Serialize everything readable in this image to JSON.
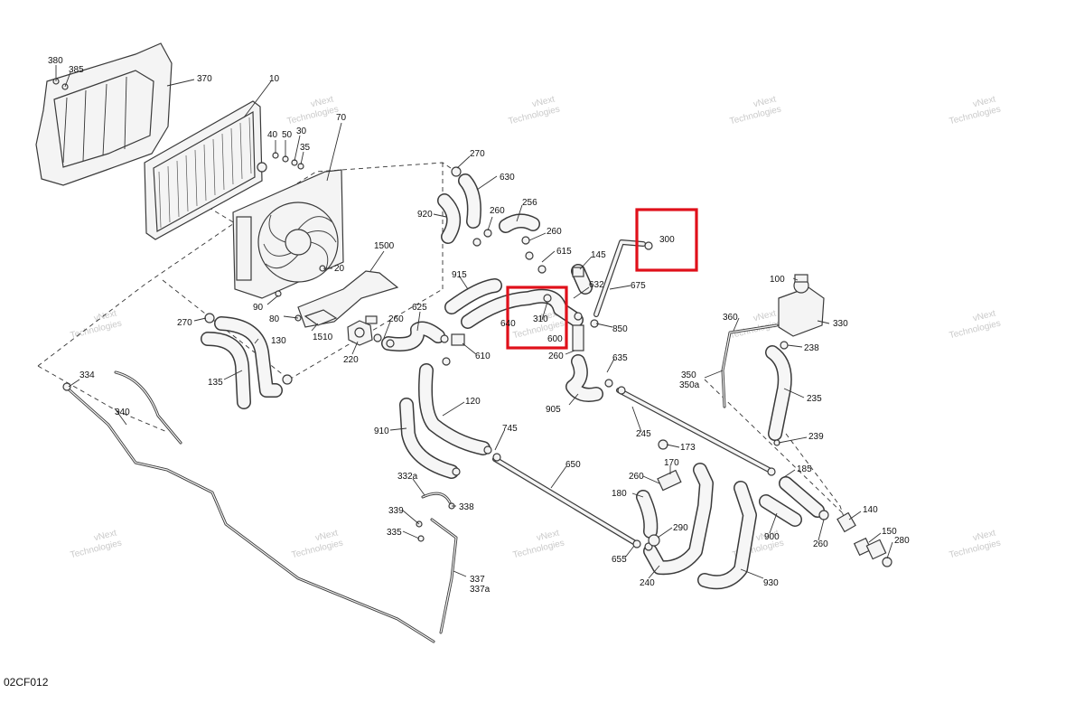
{
  "diagram_code": "02CF012",
  "watermark": {
    "line1": "vNext",
    "line2": "Technologies"
  },
  "highlight_color": "#e0101a",
  "labels": {
    "p10": "10",
    "p20": "20",
    "p30": "30",
    "p35": "35",
    "p40": "40",
    "p50": "50",
    "p70": "70",
    "p80": "80",
    "p90": "90",
    "p100": "100",
    "p120": "120",
    "p130": "130",
    "p135": "135",
    "p140": "140",
    "p145": "145",
    "p150": "150",
    "p170": "170",
    "p173": "173",
    "p180": "180",
    "p185": "185",
    "p220": "220",
    "p235": "235",
    "p238": "238",
    "p239": "239",
    "p240": "240",
    "p245": "245",
    "p256": "256",
    "p260": "260",
    "p270": "270",
    "p280": "280",
    "p290": "290",
    "p300": "300",
    "p310": "310",
    "p330": "330",
    "p332a": "332a",
    "p334": "334",
    "p335": "335",
    "p337": "337",
    "p337a": "337a",
    "p338": "338",
    "p339": "339",
    "p340": "340",
    "p350": "350",
    "p350a": "350a",
    "p360": "360",
    "p370": "370",
    "p380": "380",
    "p385": "385",
    "p600": "600",
    "p610": "610",
    "p615": "615",
    "p625": "625",
    "p630": "630",
    "p632": "632",
    "p635": "635",
    "p640": "640",
    "p650": "650",
    "p655": "655",
    "p675": "675",
    "p745": "745",
    "p850": "850",
    "p900": "900",
    "p905": "905",
    "p910": "910",
    "p915": "915",
    "p920": "920",
    "p930": "930",
    "p1500": "1500",
    "p1510": "1510"
  }
}
